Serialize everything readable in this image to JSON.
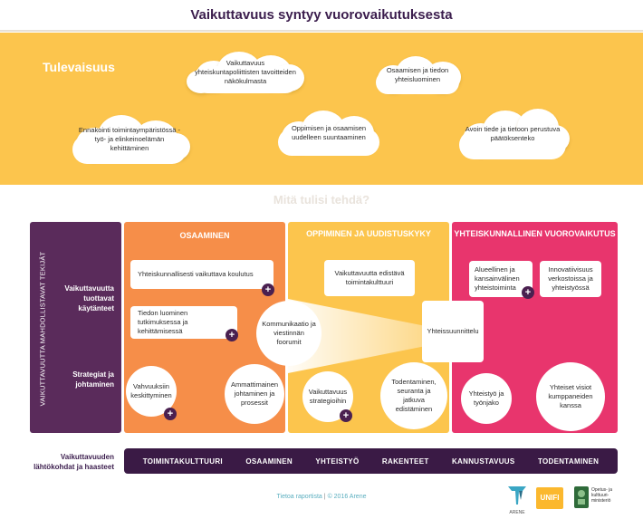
{
  "title": "Vaikuttavuus syntyy vuorovaikutuksesta",
  "future": {
    "label": "Tulevaisuus",
    "clouds": [
      "Vaikuttavuus yhteiskuntapoliittisten tavoitteiden näkökulmasta",
      "Osaamisen ja tiedon yhteisluominen",
      "Ennakointi toimintaympäristössä - työ- ja elinkeinoelämän kehittäminen",
      "Oppimisen ja osaamisen uudelleen suuntaaminen",
      "Avoin tiede ja tietoon perustuva päätöksenteko"
    ]
  },
  "what_label": "Mitä tulisi tehdä?",
  "sidebar": {
    "vertical": "VAIKUTTAVUUTTA MAHDOLLISTAVAT TEKIJÄT",
    "row1": "Vaikuttavuutta tuottavat käytänteet",
    "row2": "Strategiat ja johtaminen"
  },
  "columns": {
    "osaaminen": {
      "heading": "OSAAMINEN",
      "card1": "Yhteiskunnallisesti vaikuttava koulutus",
      "card2": "Tiedon luominen tutkimuksessa ja kehittämisessä",
      "circle1": "Vahvuuksiin keskittyminen",
      "circle2": "Ammattimainen johtaminen ja prosessit"
    },
    "oppiminen": {
      "heading": "OPPIMINEN JA UUDISTUSKYKY",
      "card1": "Vaikuttavuutta edistävä toimintakulttuuri",
      "circle_center": "Kommunikaatio ja viestinnän foorumit",
      "circle1": "Vaikuttavuus strategioihin",
      "circle2": "Todentaminen, seuranta ja jatkuva edistäminen"
    },
    "yhteis": {
      "heading": "YHTEISKUNNALLINEN VUOROVAIKUTUS",
      "card1": "Alueellinen ja kansainvälinen yhteistoiminta",
      "card2": "Innovatiivisuus verkostoissa ja yhteistyössä",
      "card3": "Yhteissuunnittelu",
      "circle1": "Yhteistyö ja työnjako",
      "circle2": "Yhteiset visiot kumppaneiden kanssa"
    }
  },
  "foundation": {
    "label": "Vaikuttavuuden lähtökohdat ja haasteet",
    "items": [
      "TOIMINTAKULTTUURI",
      "OSAAMINEN",
      "YHTEISTYÖ",
      "RAKENTEET",
      "KANNUSTAVUUS",
      "TODENTAMINEN"
    ]
  },
  "footer": {
    "link": "Tietoa raportista",
    "separator": "|",
    "copyright": "© 2016 Arene",
    "logo_arene": "ARENE",
    "logo_unifi": "UNIFI",
    "logo_okm": "Opetus- ja kulttuuri-ministeriö"
  },
  "icons": {
    "plus": "plus-icon",
    "plus_symbol": "+"
  },
  "colors": {
    "future_band": "#fcc54d",
    "osaaminen": "#f68e49",
    "oppiminen": "#fcc54d",
    "yhteis": "#e8356d",
    "sidebar": "#5a2b5b",
    "foundation": "#3a1a45"
  }
}
